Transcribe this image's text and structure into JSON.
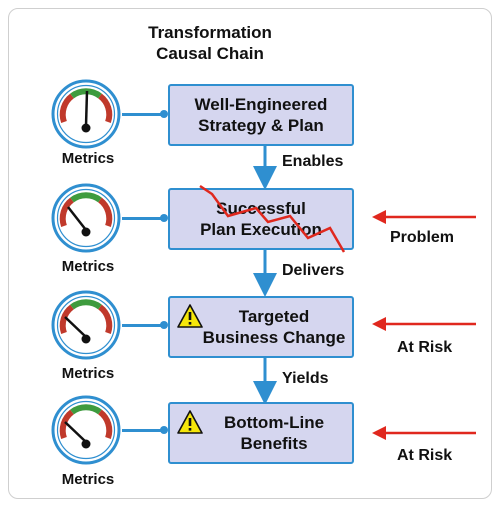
{
  "title": "Transformation\nCausal Chain",
  "metrics_label": "Metrics",
  "stages": [
    {
      "text": "Well-Engineered\nStrategy & Plan",
      "warning": false
    },
    {
      "text": "Successful\nPlan Execution",
      "warning": false
    },
    {
      "text": "Targeted\nBusiness Change",
      "warning": true
    },
    {
      "text": "Bottom-Line\nBenefits",
      "warning": true
    }
  ],
  "flow_labels": [
    "Enables",
    "Delivers",
    "Yields"
  ],
  "side_labels": [
    "Problem",
    "At Risk",
    "At Risk"
  ],
  "colors": {
    "box_fill": "#d5d6ef",
    "box_border": "#2f8fd0",
    "arrow_blue": "#2f8fd0",
    "arrow_red": "#e0281e",
    "warning_yellow": "#f5e60a"
  }
}
